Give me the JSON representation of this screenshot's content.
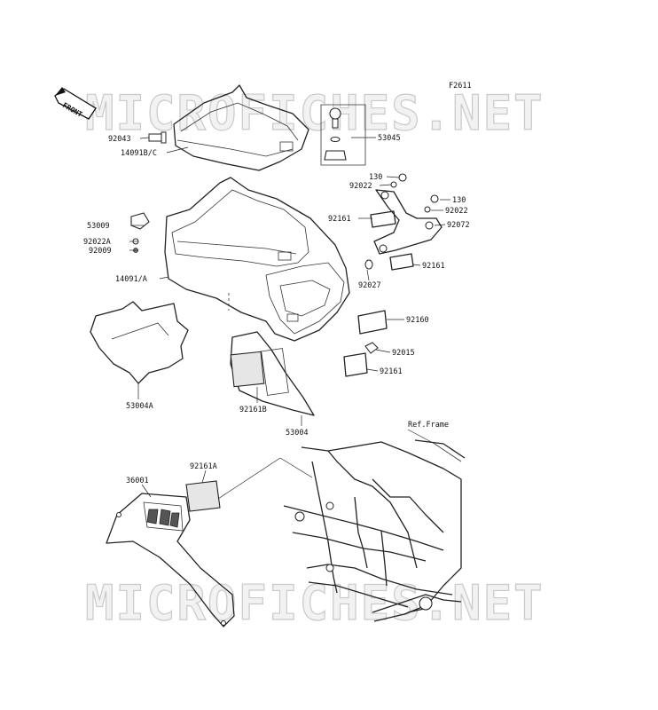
{
  "figure_code": "F2611",
  "front_label": "FRONT",
  "watermarks": [
    "MICROFICHES.NET",
    "MICROFICHES.NET"
  ],
  "ref_frame_label": "Ref.Frame",
  "callouts": {
    "p92043": "92043",
    "p14091bc": "14091B/C",
    "p53045": "53045",
    "p130a": "130",
    "p92022a": "92022",
    "p130b": "130",
    "p92022b": "92022",
    "p92072": "92072",
    "p92161a": "92161",
    "p53009": "53009",
    "p92022A": "92022A",
    "p92009": "92009",
    "p14091a": "14091/A",
    "p92161b": "92161",
    "p92027": "92027",
    "p92160": "92160",
    "p92015": "92015",
    "p92161c": "92161",
    "p53004A": "53004A",
    "p92161B": "92161B",
    "p53004": "53004",
    "p92161A": "92161A",
    "p36001": "36001"
  }
}
